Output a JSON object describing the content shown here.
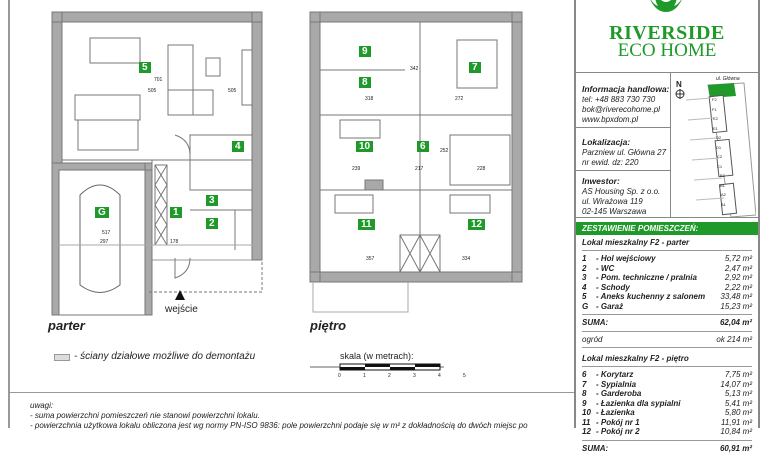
{
  "plans": {
    "ground": {
      "title": "parter",
      "entrance_label": "wejście",
      "rooms": [
        "5",
        "4",
        "3",
        "1",
        "2",
        "G"
      ],
      "dims": [
        "701",
        "505",
        "505",
        "517",
        "297",
        "178"
      ]
    },
    "upper": {
      "title": "piętro",
      "rooms": [
        "9",
        "8",
        "7",
        "10",
        "6",
        "11",
        "12"
      ],
      "dims": [
        "318",
        "272",
        "239",
        "217",
        "228",
        "357",
        "334",
        "342",
        "252"
      ]
    }
  },
  "legend": {
    "walls_label": "- ściany działowe możliwe do demontażu",
    "scale_label": "skala (w metrach):",
    "scale_ticks": [
      "0",
      "1",
      "2",
      "3",
      "4",
      "5"
    ]
  },
  "notes": {
    "title": "uwagi:",
    "lines": [
      "- suma powierzchni pomieszczeń nie stanowi powierzchni lokalu.",
      "- powierzchnia użytkowa lokalu obliczona jest wg normy PN-ISO 9836: pole powierzchni podaje się w m² z dokładnością do dwóch miejsc po"
    ]
  },
  "brand": {
    "name_line1": "RIVERSIDE",
    "name_line2": "ECO HOME",
    "color": "#1f9a2a"
  },
  "contact": {
    "title": "Informacja handlowa:",
    "phone": "tel: +48 883 730 730",
    "email": "bok@riverecohome.pl",
    "web": "www.bpxdom.pl"
  },
  "location": {
    "title": "Lokalizacja:",
    "line1": "Parzniew ul. Główna 27",
    "line2": "nr ewid. dz: 220"
  },
  "investor": {
    "title": "Inwestor:",
    "line1": "AS Housing Sp. z o.o.",
    "line2": "ul. Wirażowa 119",
    "line3": "02-145 Warszawa"
  },
  "site_map": {
    "north": "N",
    "street": "ul. Główna",
    "units": [
      "F2",
      "F1",
      "E2",
      "E1",
      "D2",
      "D1",
      "C2",
      "C1",
      "B2",
      "B1",
      "A2",
      "A1"
    ]
  },
  "rooms_table": {
    "title": "ZESTAWIENIE POMIESZCZEŃ:",
    "ground": {
      "title": "Lokal mieszkalny F2 - parter",
      "items": [
        {
          "no": "1",
          "name": "- Hol wejściowy",
          "area": "5,72 m²"
        },
        {
          "no": "2",
          "name": "- WC",
          "area": "2,47 m²"
        },
        {
          "no": "3",
          "name": "- Pom. techniczne / pralnia",
          "area": "2,92 m²"
        },
        {
          "no": "4",
          "name": "- Schody",
          "area": "2,22 m²"
        },
        {
          "no": "5",
          "name": "- Aneks kuchenny z salonem",
          "area": "33,48 m²"
        },
        {
          "no": "G",
          "name": "- Garaż",
          "area": "15,23 m²"
        }
      ],
      "sum_label": "SUMA:",
      "sum": "62,04 m²",
      "garden_label": "ogród",
      "garden": "ok 214 m²"
    },
    "upper": {
      "title": "Lokal mieszkalny F2 - piętro",
      "items": [
        {
          "no": "6",
          "name": "- Korytarz",
          "area": "7,75 m²"
        },
        {
          "no": "7",
          "name": "- Sypialnia",
          "area": "14,07 m²"
        },
        {
          "no": "8",
          "name": "- Garderoba",
          "area": "5,13 m²"
        },
        {
          "no": "9",
          "name": "- Łazienka dla sypialni",
          "area": "5,41 m²"
        },
        {
          "no": "10",
          "name": "- Łazienka",
          "area": "5,80 m²"
        },
        {
          "no": "11",
          "name": "- Pokój nr 1",
          "area": "11,91 m²"
        },
        {
          "no": "12",
          "name": "- Pokój nr 2",
          "area": "10,84 m²"
        }
      ],
      "sum_label": "SUMA:",
      "sum": "60,91 m²"
    }
  }
}
